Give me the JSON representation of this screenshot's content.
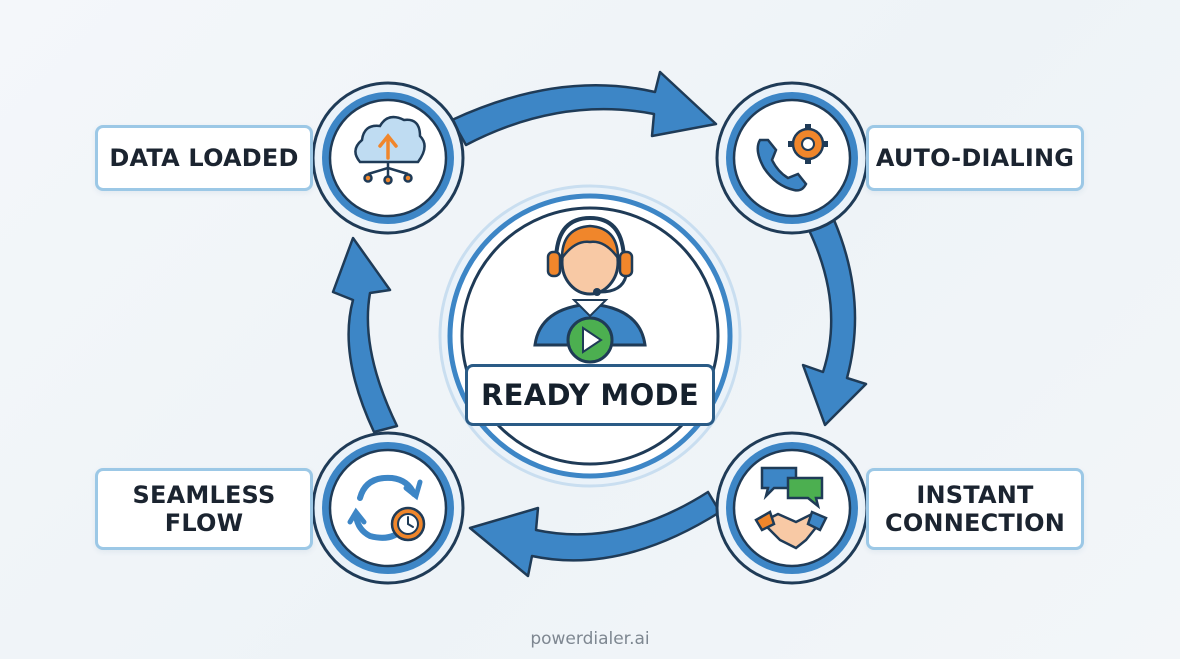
{
  "center": {
    "label": "READY MODE"
  },
  "steps": {
    "data_loaded": {
      "label": "DATA LOADED",
      "icon": "cloud-upload-icon"
    },
    "auto_dialing": {
      "label": "AUTO-DIALING",
      "icon": "phone-gear-icon"
    },
    "instant_connection": {
      "label_line1": "INSTANT",
      "label_line2": "CONNECTION",
      "icon": "chat-handshake-icon"
    },
    "seamless_flow": {
      "label_line1": "SEAMLESS",
      "label_line2": "FLOW",
      "icon": "sync-clock-icon"
    }
  },
  "footer": {
    "text": "powerdialer.ai"
  },
  "colors": {
    "ring_blue": "#3d86c6",
    "dark_outline": "#1f3b57",
    "accent_orange": "#f0862b",
    "accent_green": "#4caf50",
    "label_border": "#9cc8e6"
  }
}
